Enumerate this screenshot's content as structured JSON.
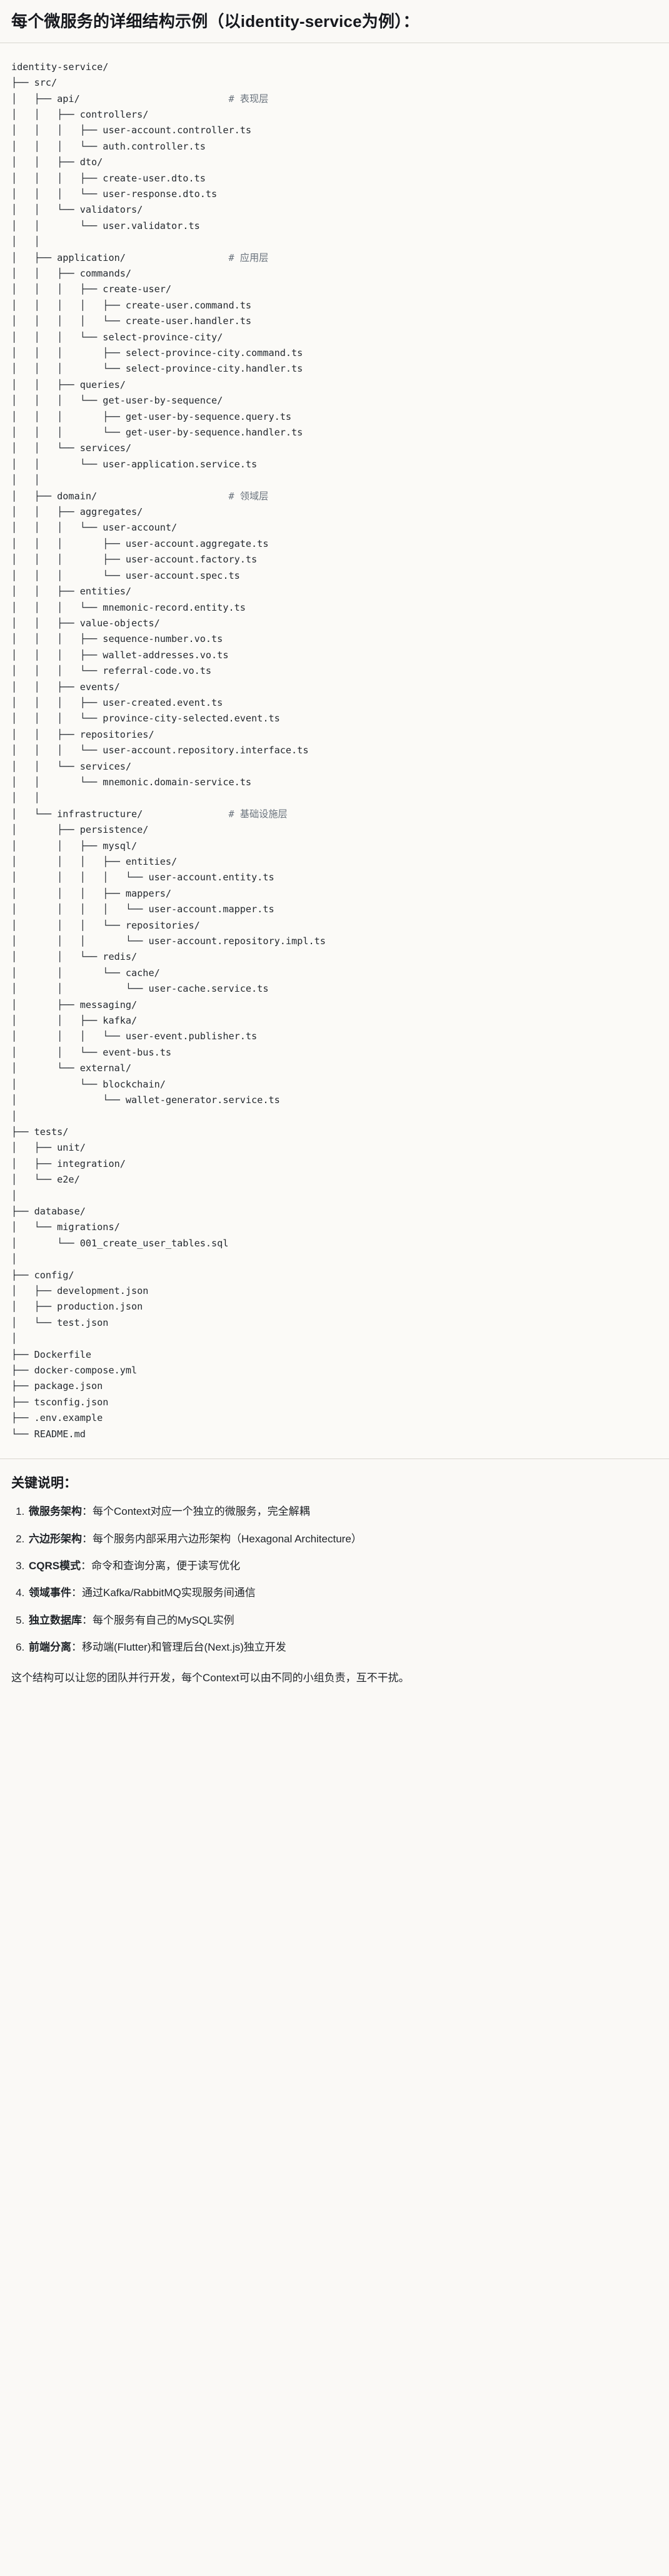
{
  "document": {
    "title": "每个微服务的详细结构示例（以identity-service为例）："
  },
  "tree": {
    "root": "identity-service/",
    "comments": {
      "api": "# 表现层",
      "application": "# 应用层",
      "domain": "# 领域层",
      "infrastructure": "# 基础设施层"
    },
    "text": "identity-service/\n├── src/\n│   ├── api/                          # 表现层\n│   │   ├── controllers/\n│   │   │   ├── user-account.controller.ts\n│   │   │   └── auth.controller.ts\n│   │   ├── dto/\n│   │   │   ├── create-user.dto.ts\n│   │   │   └── user-response.dto.ts\n│   │   └── validators/\n│   │       └── user.validator.ts\n│   │\n│   ├── application/                  # 应用层\n│   │   ├── commands/\n│   │   │   ├── create-user/\n│   │   │   │   ├── create-user.command.ts\n│   │   │   │   └── create-user.handler.ts\n│   │   │   └── select-province-city/\n│   │   │       ├── select-province-city.command.ts\n│   │   │       └── select-province-city.handler.ts\n│   │   ├── queries/\n│   │   │   └── get-user-by-sequence/\n│   │   │       ├── get-user-by-sequence.query.ts\n│   │   │       └── get-user-by-sequence.handler.ts\n│   │   └── services/\n│   │       └── user-application.service.ts\n│   │\n│   ├── domain/                       # 领域层\n│   │   ├── aggregates/\n│   │   │   └── user-account/\n│   │   │       ├── user-account.aggregate.ts\n│   │   │       ├── user-account.factory.ts\n│   │   │       └── user-account.spec.ts\n│   │   ├── entities/\n│   │   │   └── mnemonic-record.entity.ts\n│   │   ├── value-objects/\n│   │   │   ├── sequence-number.vo.ts\n│   │   │   ├── wallet-addresses.vo.ts\n│   │   │   └── referral-code.vo.ts\n│   │   ├── events/\n│   │   │   ├── user-created.event.ts\n│   │   │   └── province-city-selected.event.ts\n│   │   ├── repositories/\n│   │   │   └── user-account.repository.interface.ts\n│   │   └── services/\n│   │       └── mnemonic.domain-service.ts\n│   │\n│   └── infrastructure/               # 基础设施层\n│       ├── persistence/\n│       │   ├── mysql/\n│       │   │   ├── entities/\n│       │   │   │   └── user-account.entity.ts\n│       │   │   ├── mappers/\n│       │   │   │   └── user-account.mapper.ts\n│       │   │   └── repositories/\n│       │   │       └── user-account.repository.impl.ts\n│       │   └── redis/\n│       │       └── cache/\n│       │           └── user-cache.service.ts\n│       ├── messaging/\n│       │   ├── kafka/\n│       │   │   └── user-event.publisher.ts\n│       │   └── event-bus.ts\n│       └── external/\n│           └── blockchain/\n│               └── wallet-generator.service.ts\n│\n├── tests/\n│   ├── unit/\n│   ├── integration/\n│   └── e2e/\n│\n├── database/\n│   └── migrations/\n│       └── 001_create_user_tables.sql\n│\n├── config/\n│   ├── development.json\n│   ├── production.json\n│   └── test.json\n│\n├── Dockerfile\n├── docker-compose.yml\n├── package.json\n├── tsconfig.json\n├── .env.example\n└── README.md"
  },
  "notes": {
    "heading": "关键说明：",
    "items": [
      {
        "term": "微服务架构",
        "sep": "：",
        "text": "每个Context对应一个独立的微服务，完全解耦"
      },
      {
        "term": "六边形架构",
        "sep": "：",
        "text": "每个服务内部采用六边形架构（Hexagonal Architecture）"
      },
      {
        "term": "CQRS模式",
        "sep": "：",
        "text": "命令和查询分离，便于读写优化"
      },
      {
        "term": "领域事件",
        "sep": "：",
        "text": "通过Kafka/RabbitMQ实现服务间通信"
      },
      {
        "term": "独立数据库",
        "sep": "：",
        "text": "每个服务有自己的MySQL实例"
      },
      {
        "term": "前端分离",
        "sep": "：",
        "text": "移动端(Flutter)和管理后台(Next.js)独立开发"
      }
    ],
    "closing": "这个结构可以让您的团队并行开发，每个Context可以由不同的小组负责，互不干扰。"
  }
}
